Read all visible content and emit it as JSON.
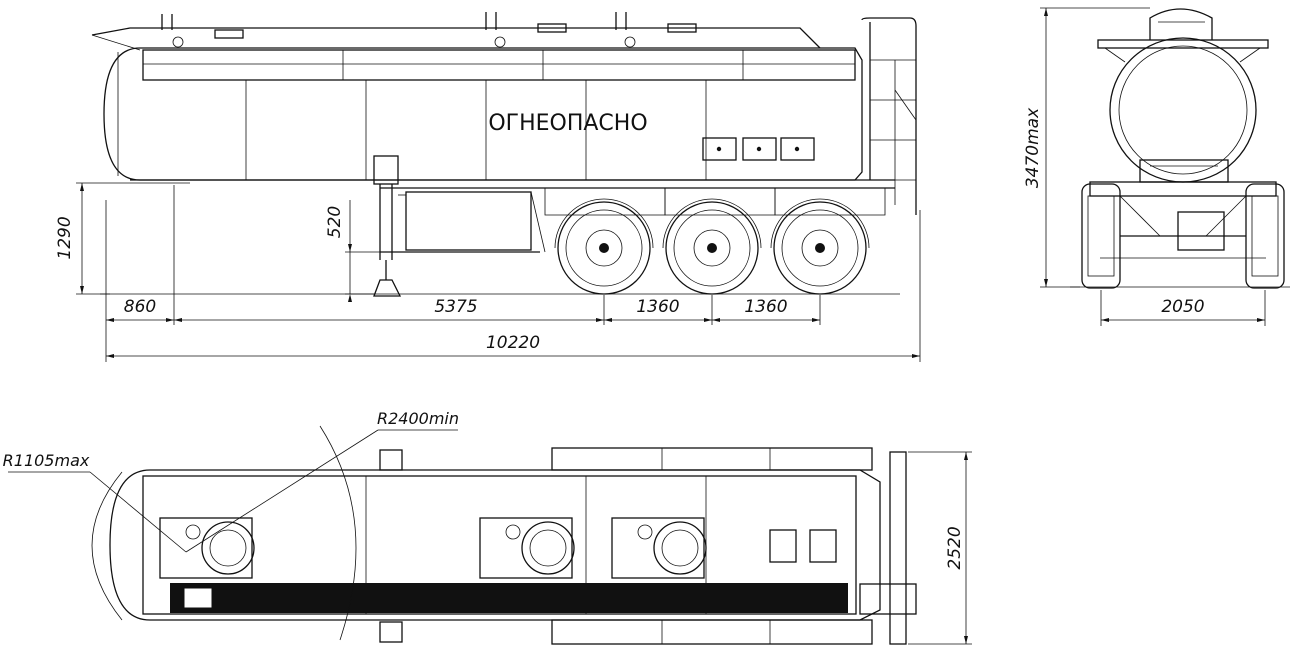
{
  "side_view": {
    "warning_label": "ОГНЕОПАСНО",
    "dimensions": {
      "front_overhang": "860",
      "kingpin_to_axle": "5375",
      "axle_spacing_1": "1360",
      "axle_spacing_2": "1360",
      "overall_length": "10220",
      "fifth_wheel_height": "1290",
      "landing_gear_height": "520"
    }
  },
  "rear_view": {
    "dimensions": {
      "max_height": "3470max",
      "track_width": "2050"
    }
  },
  "top_view": {
    "dimensions": {
      "front_swing_radius": "R1105max",
      "turning_radius": "R2400min",
      "overall_width": "2520"
    }
  },
  "colors": {
    "line": "#111111",
    "background": "#ffffff"
  }
}
